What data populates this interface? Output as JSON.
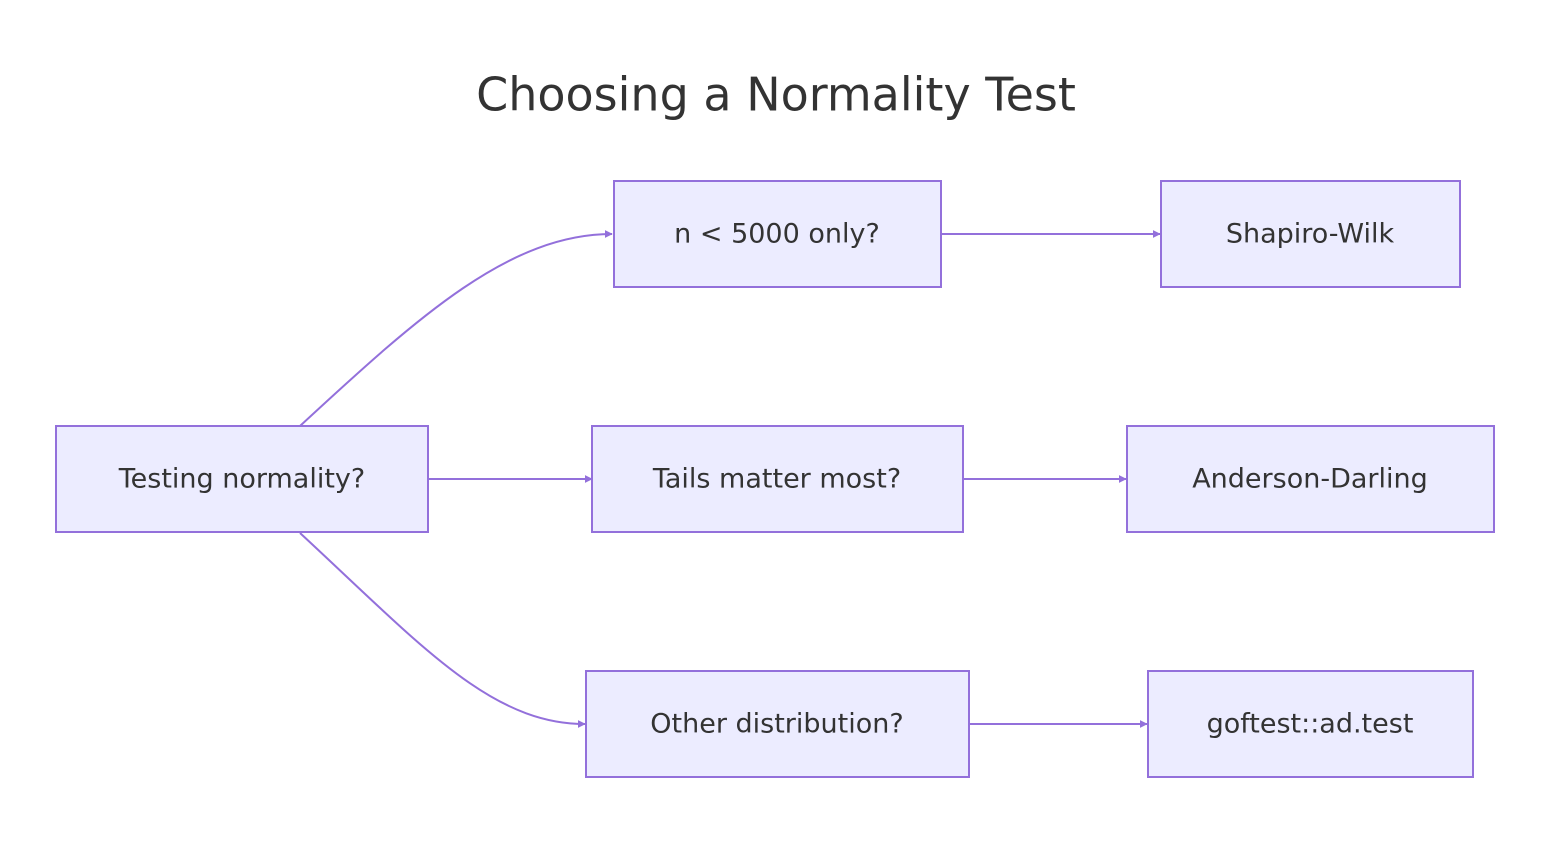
{
  "title": "Choosing a Normality Test",
  "colors": {
    "node_fill": "#ececff",
    "node_stroke": "#9370db",
    "edge": "#9370db",
    "text": "#333333"
  },
  "nodes": {
    "start": {
      "label": "Testing normality?"
    },
    "q1": {
      "label": "n < 5000 only?"
    },
    "q2": {
      "label": "Tails matter most?"
    },
    "q3": {
      "label": "Other distribution?"
    },
    "a1": {
      "label": "Shapiro-Wilk"
    },
    "a2": {
      "label": "Anderson-Darling"
    },
    "a3": {
      "label": "goftest::ad.test"
    }
  },
  "edges": [
    {
      "from": "start",
      "to": "q1"
    },
    {
      "from": "start",
      "to": "q2"
    },
    {
      "from": "start",
      "to": "q3"
    },
    {
      "from": "q1",
      "to": "a1"
    },
    {
      "from": "q2",
      "to": "a2"
    },
    {
      "from": "q3",
      "to": "a3"
    }
  ]
}
